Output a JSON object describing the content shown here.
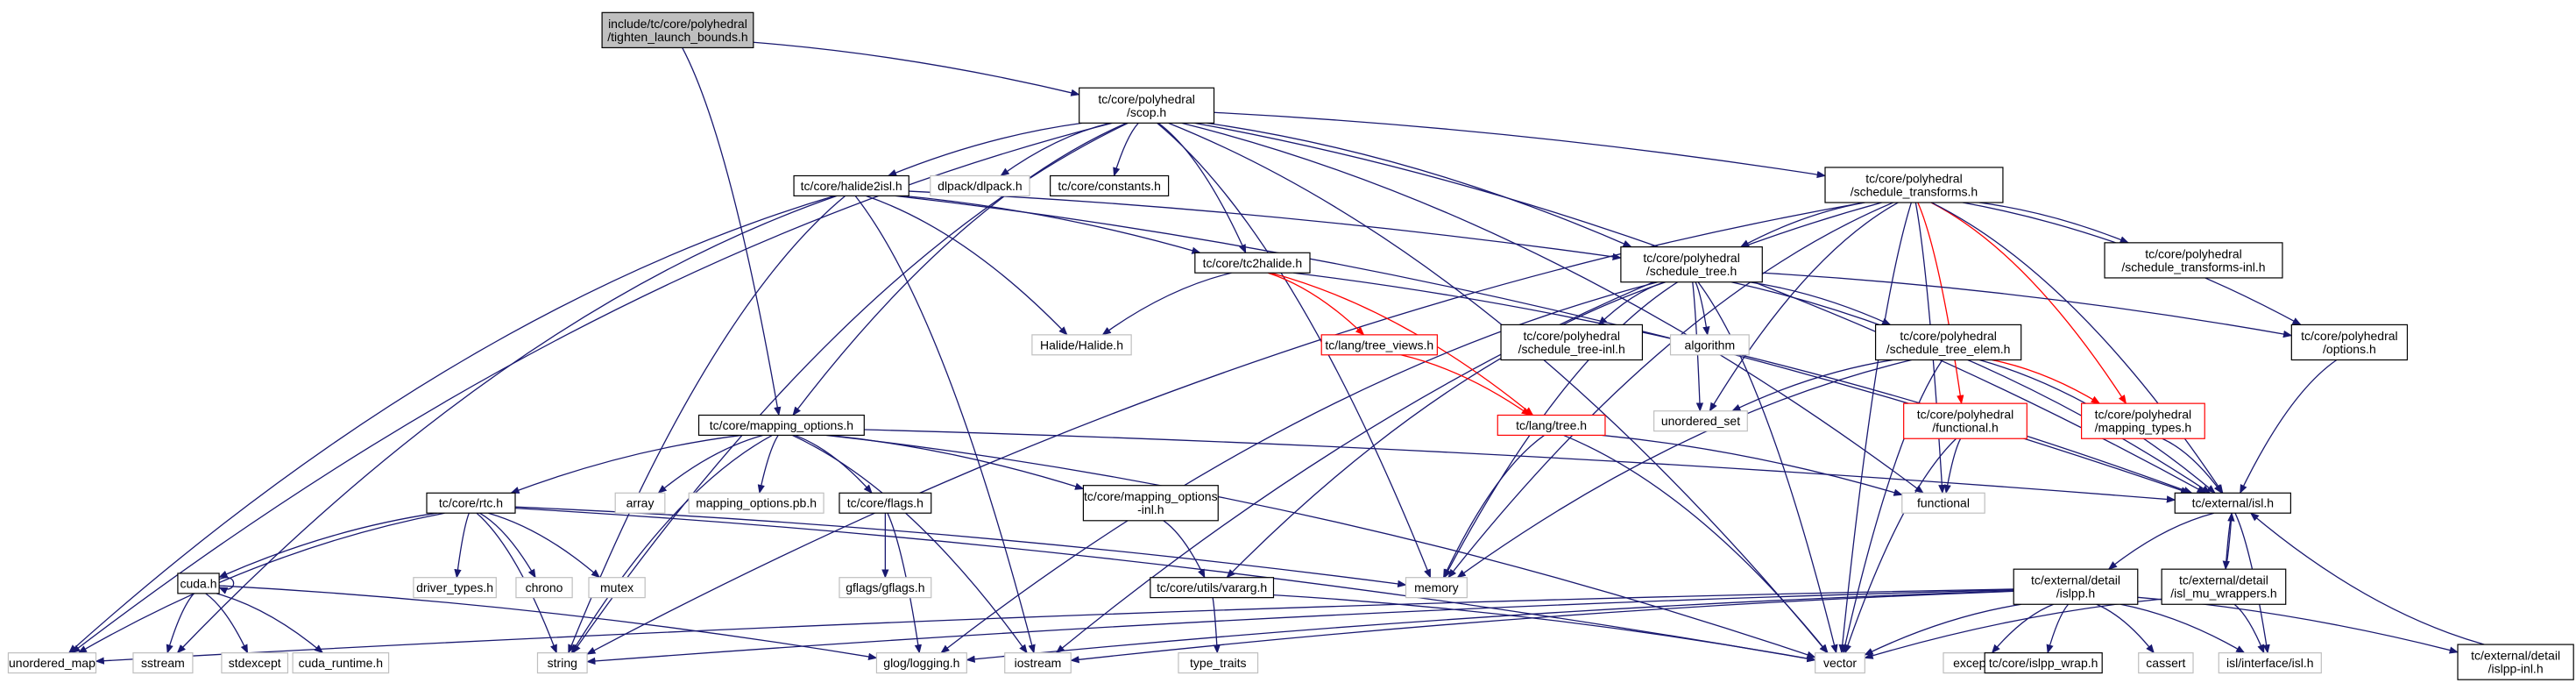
{
  "colors": {
    "edge": "#191970",
    "edge_red": "#ff0000",
    "root_fill": "#bfbfbf",
    "node_border": "#000000",
    "system_border": "#bfbfbf",
    "missing_border": "#ff0000",
    "system_text": "#555555"
  },
  "nodes": [
    {
      "id": "root",
      "lines": [
        "include/tc/core/polyhedral",
        "/tighten_launch_bounds.h"
      ],
      "kind": "root"
    },
    {
      "id": "scop",
      "lines": [
        "tc/core/polyhedral",
        "/scop.h"
      ],
      "kind": "local"
    },
    {
      "id": "halide2isl",
      "lines": [
        "tc/core/halide2isl.h"
      ],
      "kind": "local"
    },
    {
      "id": "dlpack",
      "lines": [
        "dlpack/dlpack.h"
      ],
      "kind": "system"
    },
    {
      "id": "constants",
      "lines": [
        "tc/core/constants.h"
      ],
      "kind": "local"
    },
    {
      "id": "sched_transforms",
      "lines": [
        "tc/core/polyhedral",
        "/schedule_transforms.h"
      ],
      "kind": "local"
    },
    {
      "id": "tc2halide",
      "lines": [
        "tc/core/tc2halide.h"
      ],
      "kind": "local"
    },
    {
      "id": "schedule_tree",
      "lines": [
        "tc/core/polyhedral",
        "/schedule_tree.h"
      ],
      "kind": "local"
    },
    {
      "id": "sched_transforms_inl",
      "lines": [
        "tc/core/polyhedral",
        "/schedule_transforms-inl.h"
      ],
      "kind": "local"
    },
    {
      "id": "halide",
      "lines": [
        "Halide/Halide.h"
      ],
      "kind": "system"
    },
    {
      "id": "tree_views",
      "lines": [
        "tc/lang/tree_views.h"
      ],
      "kind": "missing"
    },
    {
      "id": "schedule_tree_inl",
      "lines": [
        "tc/core/polyhedral",
        "/schedule_tree-inl.h"
      ],
      "kind": "local"
    },
    {
      "id": "algorithm",
      "lines": [
        "algorithm"
      ],
      "kind": "system"
    },
    {
      "id": "schedule_tree_elem",
      "lines": [
        "tc/core/polyhedral",
        "/schedule_tree_elem.h"
      ],
      "kind": "local"
    },
    {
      "id": "options",
      "lines": [
        "tc/core/polyhedral",
        "/options.h"
      ],
      "kind": "local"
    },
    {
      "id": "mapping_options",
      "lines": [
        "tc/core/mapping_options.h"
      ],
      "kind": "local"
    },
    {
      "id": "tree",
      "lines": [
        "tc/lang/tree.h"
      ],
      "kind": "missing"
    },
    {
      "id": "unordered_set",
      "lines": [
        "unordered_set"
      ],
      "kind": "system"
    },
    {
      "id": "functional_h",
      "lines": [
        "tc/core/polyhedral",
        "/functional.h"
      ],
      "kind": "missing"
    },
    {
      "id": "mapping_types",
      "lines": [
        "tc/core/polyhedral",
        "/mapping_types.h"
      ],
      "kind": "missing"
    },
    {
      "id": "rtc",
      "lines": [
        "tc/core/rtc.h"
      ],
      "kind": "local"
    },
    {
      "id": "array",
      "lines": [
        "array"
      ],
      "kind": "system"
    },
    {
      "id": "mapping_options_pb",
      "lines": [
        "mapping_options.pb.h"
      ],
      "kind": "system"
    },
    {
      "id": "flags",
      "lines": [
        "tc/core/flags.h"
      ],
      "kind": "local"
    },
    {
      "id": "mapping_options_inl",
      "lines": [
        "tc/core/mapping_options",
        "-inl.h"
      ],
      "kind": "local"
    },
    {
      "id": "functional",
      "lines": [
        "functional"
      ],
      "kind": "system"
    },
    {
      "id": "isl",
      "lines": [
        "tc/external/isl.h"
      ],
      "kind": "local"
    },
    {
      "id": "driver_types",
      "lines": [
        "driver_types.h"
      ],
      "kind": "system"
    },
    {
      "id": "chrono",
      "lines": [
        "chrono"
      ],
      "kind": "system"
    },
    {
      "id": "mutex",
      "lines": [
        "mutex"
      ],
      "kind": "system"
    },
    {
      "id": "gflags",
      "lines": [
        "gflags/gflags.h"
      ],
      "kind": "system"
    },
    {
      "id": "varargs",
      "lines": [
        "tc/core/utils/vararg.h"
      ],
      "kind": "local"
    },
    {
      "id": "memory",
      "lines": [
        "memory"
      ],
      "kind": "system"
    },
    {
      "id": "cuda",
      "lines": [
        "cuda.h"
      ],
      "kind": "local"
    },
    {
      "id": "islpp",
      "lines": [
        "tc/external/detail",
        "/islpp.h"
      ],
      "kind": "local"
    },
    {
      "id": "isl_mu",
      "lines": [
        "tc/external/detail",
        "/isl_mu_wrappers.h"
      ],
      "kind": "local"
    },
    {
      "id": "unordered_map",
      "lines": [
        "unordered_map"
      ],
      "kind": "system"
    },
    {
      "id": "sstream",
      "lines": [
        "sstream"
      ],
      "kind": "system"
    },
    {
      "id": "stdexcept",
      "lines": [
        "stdexcept"
      ],
      "kind": "system"
    },
    {
      "id": "cuda_runtime",
      "lines": [
        "cuda_runtime.h"
      ],
      "kind": "system"
    },
    {
      "id": "string",
      "lines": [
        "string"
      ],
      "kind": "system"
    },
    {
      "id": "glog",
      "lines": [
        "glog/logging.h"
      ],
      "kind": "system"
    },
    {
      "id": "iostream",
      "lines": [
        "iostream"
      ],
      "kind": "system"
    },
    {
      "id": "type_traits",
      "lines": [
        "type_traits"
      ],
      "kind": "system"
    },
    {
      "id": "vector",
      "lines": [
        "vector"
      ],
      "kind": "system"
    },
    {
      "id": "exception",
      "lines": [
        "exception"
      ],
      "kind": "system"
    },
    {
      "id": "islpp_wrap",
      "lines": [
        "tc/core/islpp_wrap.h"
      ],
      "kind": "local"
    },
    {
      "id": "cassert",
      "lines": [
        "cassert"
      ],
      "kind": "system"
    },
    {
      "id": "isl_interface",
      "lines": [
        "isl/interface/isl.h"
      ],
      "kind": "system"
    },
    {
      "id": "islpp_inl",
      "lines": [
        "tc/external/detail",
        "/islpp-inl.h"
      ],
      "kind": "local"
    }
  ],
  "edges": [
    [
      "root",
      "scop"
    ],
    [
      "root",
      "mapping_options"
    ],
    [
      "scop",
      "halide2isl"
    ],
    [
      "scop",
      "dlpack"
    ],
    [
      "scop",
      "constants"
    ],
    [
      "scop",
      "sched_transforms"
    ],
    [
      "scop",
      "tc2halide"
    ],
    [
      "scop",
      "schedule_tree"
    ],
    [
      "scop",
      "mapping_options"
    ],
    [
      "scop",
      "unordered_map"
    ],
    [
      "scop",
      "string"
    ],
    [
      "scop",
      "memory"
    ],
    [
      "scop",
      "vector"
    ],
    [
      "scop",
      "isl"
    ],
    [
      "scop",
      "functional"
    ],
    [
      "halide2isl",
      "tc2halide"
    ],
    [
      "halide2isl",
      "schedule_tree"
    ],
    [
      "halide2isl",
      "halide"
    ],
    [
      "halide2isl",
      "isl"
    ],
    [
      "halide2isl",
      "unordered_map"
    ],
    [
      "halide2isl",
      "sstream"
    ],
    [
      "halide2isl",
      "string"
    ],
    [
      "halide2isl",
      "iostream"
    ],
    [
      "sched_transforms",
      "schedule_tree"
    ],
    [
      "sched_transforms",
      "sched_transforms_inl"
    ],
    [
      "sched_transforms",
      "options"
    ],
    [
      "sched_transforms",
      "functional_h"
    ],
    [
      "sched_transforms",
      "mapping_types"
    ],
    [
      "sched_transforms",
      "isl"
    ],
    [
      "sched_transforms",
      "unordered_set"
    ],
    [
      "sched_transforms",
      "memory"
    ],
    [
      "sched_transforms",
      "string"
    ],
    [
      "sched_transforms",
      "iostream"
    ],
    [
      "sched_transforms",
      "vector"
    ],
    [
      "sched_transforms",
      "functional"
    ],
    [
      "tc2halide",
      "halide"
    ],
    [
      "tc2halide",
      "tree_views"
    ],
    [
      "tc2halide",
      "isl"
    ],
    [
      "tc2halide",
      "tree"
    ],
    [
      "schedule_tree",
      "schedule_tree_inl"
    ],
    [
      "schedule_tree",
      "algorithm"
    ],
    [
      "schedule_tree",
      "schedule_tree_elem"
    ],
    [
      "schedule_tree",
      "options"
    ],
    [
      "schedule_tree",
      "isl"
    ],
    [
      "schedule_tree",
      "unordered_set"
    ],
    [
      "schedule_tree",
      "memory"
    ],
    [
      "schedule_tree",
      "vector"
    ],
    [
      "schedule_tree",
      "varargs"
    ],
    [
      "schedule_tree",
      "glog"
    ],
    [
      "tree_views",
      "tree"
    ],
    [
      "schedule_tree_elem",
      "unordered_set"
    ],
    [
      "schedule_tree_elem",
      "mapping_types"
    ],
    [
      "schedule_tree_elem",
      "isl"
    ],
    [
      "schedule_tree_elem",
      "memory"
    ],
    [
      "schedule_tree_elem",
      "vector"
    ],
    [
      "options",
      "isl"
    ],
    [
      "mapping_options",
      "rtc"
    ],
    [
      "mapping_options",
      "array"
    ],
    [
      "mapping_options",
      "mapping_options_pb"
    ],
    [
      "mapping_options",
      "flags"
    ],
    [
      "mapping_options",
      "mapping_options_inl"
    ],
    [
      "mapping_options",
      "isl"
    ],
    [
      "mapping_options",
      "string"
    ],
    [
      "mapping_options",
      "iostream"
    ],
    [
      "mapping_options",
      "vector"
    ],
    [
      "tree",
      "functional"
    ],
    [
      "tree",
      "memory"
    ],
    [
      "tree",
      "vector"
    ],
    [
      "functional_h",
      "functional"
    ],
    [
      "functional_h",
      "vector"
    ],
    [
      "mapping_types",
      "isl"
    ],
    [
      "rtc",
      "cuda"
    ],
    [
      "rtc",
      "driver_types"
    ],
    [
      "rtc",
      "chrono"
    ],
    [
      "rtc",
      "mutex"
    ],
    [
      "rtc",
      "memory"
    ],
    [
      "rtc",
      "string"
    ],
    [
      "rtc",
      "vector"
    ],
    [
      "rtc",
      "unordered_map"
    ],
    [
      "flags",
      "gflags"
    ],
    [
      "flags",
      "glog"
    ],
    [
      "mapping_options_inl",
      "varargs"
    ],
    [
      "isl",
      "islpp"
    ],
    [
      "isl",
      "isl_mu"
    ],
    [
      "isl",
      "isl_interface"
    ],
    [
      "varargs",
      "type_traits"
    ],
    [
      "varargs",
      "vector"
    ],
    [
      "cuda",
      "cuda"
    ],
    [
      "cuda",
      "sstream"
    ],
    [
      "cuda",
      "stdexcept"
    ],
    [
      "cuda",
      "cuda_runtime"
    ],
    [
      "cuda",
      "glog"
    ],
    [
      "islpp",
      "unordered_map"
    ],
    [
      "islpp",
      "string"
    ],
    [
      "islpp",
      "glog"
    ],
    [
      "islpp",
      "iostream"
    ],
    [
      "islpp",
      "vector"
    ],
    [
      "islpp",
      "exception"
    ],
    [
      "islpp",
      "islpp_wrap"
    ],
    [
      "islpp",
      "cassert"
    ],
    [
      "islpp",
      "isl_interface"
    ],
    [
      "islpp",
      "islpp_inl"
    ],
    [
      "isl_mu",
      "isl"
    ],
    [
      "isl_mu",
      "vector"
    ],
    [
      "isl_mu",
      "isl_interface"
    ],
    [
      "islpp_inl",
      "isl"
    ]
  ]
}
